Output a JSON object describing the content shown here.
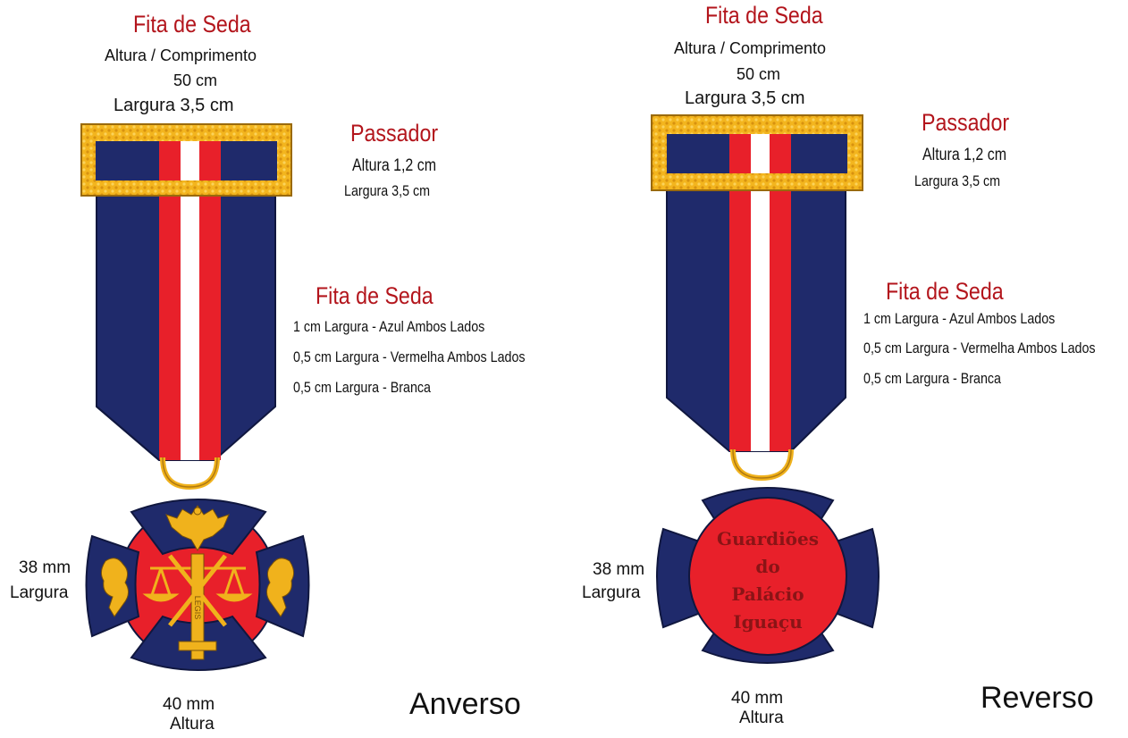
{
  "left": {
    "ribbon_title": "Fita de Seda",
    "ribbon_size_line1": "Altura / Comprimento",
    "ribbon_size_line2": "50 cm",
    "ribbon_width": "Largura 3,5 cm",
    "slide_title": "Passador",
    "slide_height": "Altura 1,2 cm",
    "slide_width": "Largura 3,5 cm",
    "stripes_title": "Fita de Seda",
    "stripe_blue": "1 cm  Largura - Azul Ambos Lados",
    "stripe_red": "0,5 cm Largura - Vermelha Ambos Lados",
    "stripe_white": "0,5 cm Largura - Branca",
    "medal_width_value": "38 mm",
    "medal_width_label": "Largura",
    "medal_height_value": "40 mm",
    "medal_height_label": "Altura",
    "side_label": "Anverso",
    "medal_inscription": "LEGIS"
  },
  "right": {
    "ribbon_title": "Fita de Seda",
    "ribbon_size_line1": "Altura / Comprimento",
    "ribbon_size_line2": "50 cm",
    "ribbon_width": "Largura 3,5 cm",
    "slide_title": "Passador",
    "slide_height": "Altura 1,2 cm",
    "slide_width": "Largura 3,5 cm",
    "stripes_title": "Fita de Seda",
    "stripe_blue": "1 cm  Largura - Azul Ambos Lados",
    "stripe_red": "0,5 cm Largura - Vermelha Ambos Lados",
    "stripe_white": "0,5 cm Largura - Branca",
    "medal_width_value": "38 mm",
    "medal_width_label": "Largura",
    "medal_height_value": "40 mm",
    "medal_height_label": "Altura",
    "side_label": "Reverso",
    "reverse_text": [
      "Guardiões",
      "do",
      "Palácio",
      "Iguaçu"
    ]
  },
  "colors": {
    "navy": "#1f2a6b",
    "red": "#e8202a",
    "white": "#ffffff",
    "gold": "#f0b21c",
    "gold_dark": "#b07a12",
    "title_red": "#b3151c",
    "reverse_text_red": "#8a1416"
  }
}
